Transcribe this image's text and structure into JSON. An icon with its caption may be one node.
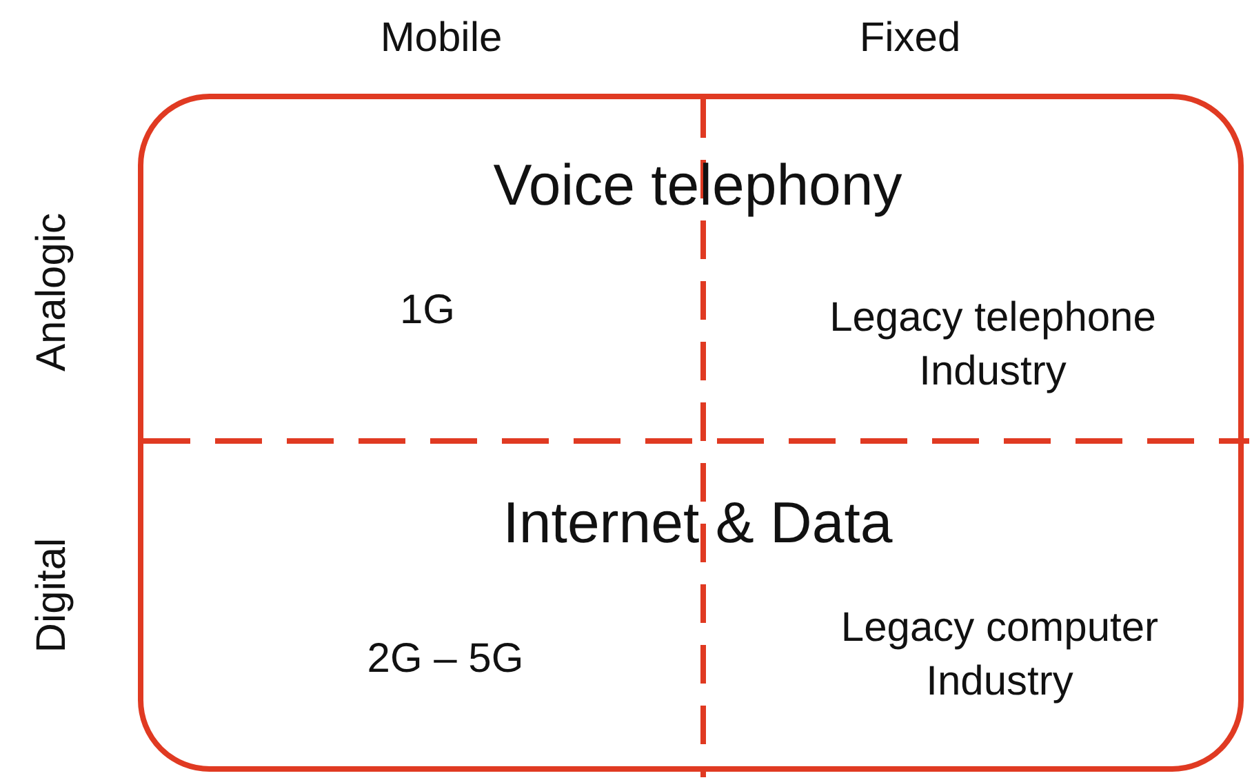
{
  "diagram": {
    "nodes": [
      {
        "text": [
          "Voice telephony",
          "1G",
          "Legacy telephone Industry",
          "Internet & Data",
          "2G – 5G",
          "Legacy computer Industry"
        ]
      }
    ],
    "labels": [
      "Mobile",
      "Fixed",
      "Analogic",
      "Digital"
    ]
  }
}
